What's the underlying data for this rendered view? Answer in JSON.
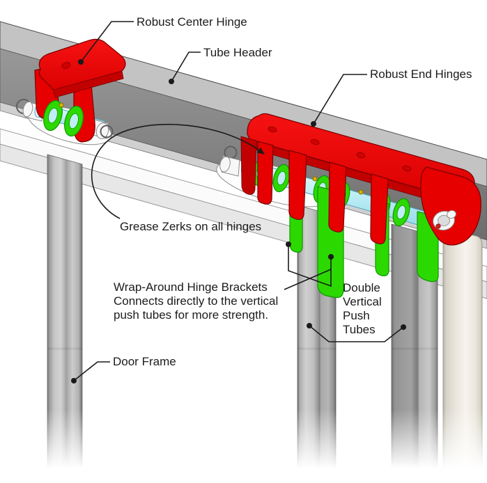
{
  "colors": {
    "background": "#ffffff",
    "hinge_red": "#e60000",
    "bracket_green": "#2bd900",
    "shaft_cyan": "#bfeef6",
    "steel_gray": "#9a9a9a",
    "frame_beige": "#efece3",
    "zerk_gold": "#d9b200",
    "callout_line": "#1a1a1a"
  },
  "callouts": {
    "center_hinge": "Robust Center Hinge",
    "tube_header": "Tube Header",
    "end_hinges": "Robust End Hinges",
    "grease_zerks": "Grease Zerks on all hinges",
    "wrap_around": [
      "Wrap-Around Hinge Brackets",
      "Connects directly to the vertical",
      "push tubes for more strength."
    ],
    "push_tubes": [
      "Double",
      "Vertical",
      "Push",
      "Tubes"
    ],
    "door_frame": "Door Frame"
  }
}
